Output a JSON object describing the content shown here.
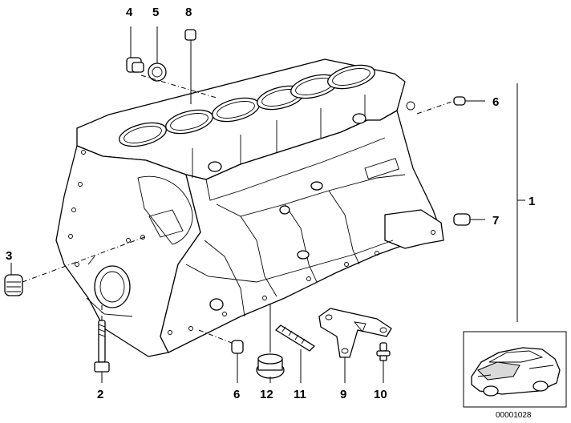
{
  "doc_number": "00001028",
  "callouts": {
    "c1": "1",
    "c2": "2",
    "c3": "3",
    "c4": "4",
    "c5": "5",
    "c6a": "6",
    "c6b": "6",
    "c7": "7",
    "c8": "8",
    "c9": "9",
    "c10": "10",
    "c11": "11",
    "c12": "12"
  },
  "icons": {
    "engine_block": "engine-block-drawing",
    "car_thumbnail": "vehicle-thumbnail"
  }
}
